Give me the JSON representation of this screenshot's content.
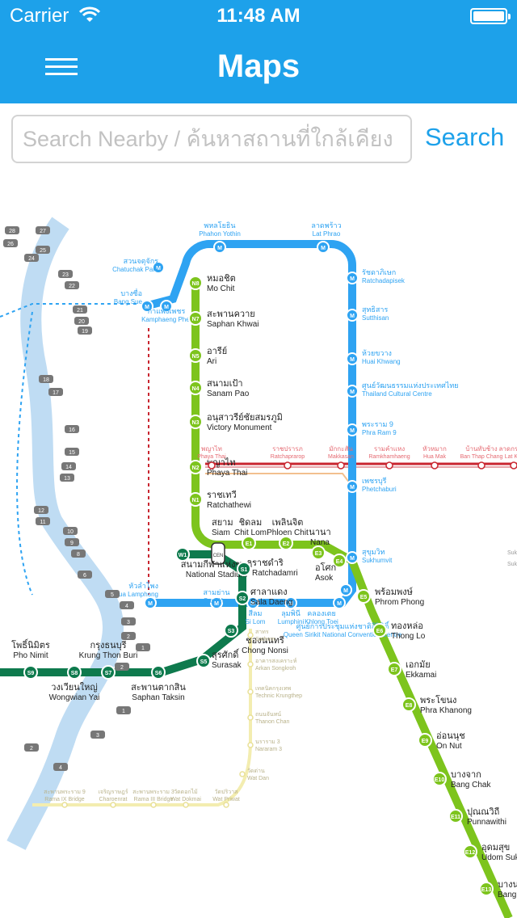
{
  "status_bar": {
    "carrier": "Carrier",
    "time": "11:48 AM"
  },
  "header": {
    "title": "Maps"
  },
  "search": {
    "placeholder": "Search Nearby / ค้นหาสถานที่ใกล้เคียง",
    "button_label": "Search"
  },
  "colors": {
    "header": "#1da1ea",
    "mrt": "#2ea3f2",
    "bts_sukhumvit": "#7dc41d",
    "bts_silom": "#0e7a4d",
    "river": "#bfdcf3",
    "arl": "#c92630"
  },
  "map": {
    "mrt_stations": [
      {
        "id": "m-phahon",
        "th": "พหลโยธิน",
        "en": "Phahon Yothin"
      },
      {
        "id": "m-latphrao",
        "th": "ลาดพร้าว",
        "en": "Lat Phrao"
      },
      {
        "id": "m-chatuchak",
        "th": "สวนจตุจักร",
        "en": "Chatuchak Park"
      },
      {
        "id": "m-bangsue",
        "th": "บางซื่อ",
        "en": "Bang Sue"
      },
      {
        "id": "m-kamphaeng",
        "th": "กำแพงเพชร",
        "en": "Kamphaeng Phet"
      },
      {
        "id": "m-ratchadaphisek",
        "th": "รัชดาภิเษก",
        "en": "Ratchadapisek"
      },
      {
        "id": "m-sutthisan",
        "th": "สุทธิสาร",
        "en": "Sutthisan"
      },
      {
        "id": "m-huaikhwang",
        "th": "ห้วยขวาง",
        "en": "Huai Khwang"
      },
      {
        "id": "m-cultural",
        "th": "ศูนย์วัฒนธรรมแห่งประเทศไทย",
        "en": "Thailand Cultural Centre"
      },
      {
        "id": "m-rama9",
        "th": "พระราม 9",
        "en": "Phra Ram 9"
      },
      {
        "id": "m-phetchaburi",
        "th": "เพชรบุรี",
        "en": "Phetchaburi"
      },
      {
        "id": "m-sukhumvit",
        "th": "สุขุมวิท",
        "en": "Sukhumvit"
      },
      {
        "id": "m-khlongtoei",
        "th": "คลองเตย",
        "en": "Khlong Toei"
      },
      {
        "id": "m-qsncc",
        "th": "ศูนย์การประชุมแห่งชาติสิริกิติ์",
        "en": "Queen Sirikit National Convention Centre"
      },
      {
        "id": "m-lumphini",
        "th": "ลุมพินี",
        "en": "Lumphini"
      },
      {
        "id": "m-silom",
        "th": "สีลม",
        "en": "Si Lom"
      },
      {
        "id": "m-samyan",
        "th": "สามย่าน",
        "en": "Sam Yan"
      },
      {
        "id": "m-hualamphong",
        "th": "หัวลำโพง",
        "en": "Hua Lamphong"
      }
    ],
    "bts_sukhumvit": [
      {
        "code": "N8",
        "th": "หมอชิต",
        "en": "Mo Chit"
      },
      {
        "code": "N7",
        "th": "สะพานควาย",
        "en": "Saphan Khwai"
      },
      {
        "code": "N5",
        "th": "อารีย์",
        "en": "Ari"
      },
      {
        "code": "N4",
        "th": "สนามเป้า",
        "en": "Sanam Pao"
      },
      {
        "code": "N3",
        "th": "อนุสาวรีย์ชัยสมรภูมิ",
        "en": "Victory Monument"
      },
      {
        "code": "N2",
        "th": "พญาไท",
        "en": "Phaya Thai"
      },
      {
        "code": "N1",
        "th": "ราชเทวี",
        "en": "Ratchathewi"
      },
      {
        "code": "CEN",
        "th": "สยาม",
        "en": "Siam"
      },
      {
        "code": "E1",
        "th": "ชิดลม",
        "en": "Chit Lom"
      },
      {
        "code": "E2",
        "th": "เพลินจิต",
        "en": "Phloen Chit"
      },
      {
        "code": "E3",
        "th": "นานา",
        "en": "Nana"
      },
      {
        "code": "E4",
        "th": "อโศก",
        "en": "Asok"
      },
      {
        "code": "E5",
        "th": "พร้อมพงษ์",
        "en": "Phrom Phong"
      },
      {
        "code": "E6",
        "th": "ทองหล่อ",
        "en": "Thong Lo"
      },
      {
        "code": "E7",
        "th": "เอกมัย",
        "en": "Ekkamai"
      },
      {
        "code": "E8",
        "th": "พระโขนง",
        "en": "Phra Khanong"
      },
      {
        "code": "E9",
        "th": "อ่อนนุช",
        "en": "On Nut"
      },
      {
        "code": "E10",
        "th": "บางจาก",
        "en": "Bang Chak"
      },
      {
        "code": "E11",
        "th": "ปุณณวิถี",
        "en": "Punnawithi"
      },
      {
        "code": "E12",
        "th": "อุดมสุข",
        "en": "Udom Suk"
      },
      {
        "code": "E13",
        "th": "บางนา",
        "en": "Bang"
      }
    ],
    "bts_silom": [
      {
        "code": "W1",
        "th": "สนามกีฬาแห่งชาติ",
        "en": "National Stadium"
      },
      {
        "code": "S1",
        "th": "ราชดำริ",
        "en": "Ratchadamri"
      },
      {
        "code": "S2",
        "th": "ศาลาแดง",
        "en": "Sala Daeng"
      },
      {
        "code": "S3",
        "th": "ช่องนนทรี",
        "en": "Chong Nonsi"
      },
      {
        "code": "S5",
        "th": "สุรศักดิ์",
        "en": "Surasak"
      },
      {
        "code": "S6",
        "th": "สะพานตากสิน",
        "en": "Saphan Taksin"
      },
      {
        "code": "S7",
        "th": "กรุงธนบุรี",
        "en": "Krung Thon Buri"
      },
      {
        "code": "S8",
        "th": "วงเวียนใหญ่",
        "en": "Wongwian Yai"
      },
      {
        "code": "S9",
        "th": "โพธิ์นิมิตร",
        "en": "Pho Nimit"
      }
    ],
    "arl_stations": [
      {
        "th": "พญาไท",
        "en": "Phaya Thai"
      },
      {
        "th": "ราชปรารภ",
        "en": "Ratchaprarop"
      },
      {
        "th": "มักกะสัน",
        "en": "Makkasan"
      },
      {
        "th": "รามคำแหง",
        "en": "Ramkhamhaeng"
      },
      {
        "th": "หัวหมาก",
        "en": "Hua Mak"
      },
      {
        "th": "บ้านทับช้าง",
        "en": "Ban Thap Chang"
      },
      {
        "th": "ลาดกระบัง",
        "en": "Lat Kra"
      }
    ],
    "brt_stations": [
      {
        "th": "สาทร",
        "en": "Sathorn"
      },
      {
        "th": "อาคารสงเคราะห์",
        "en": "Arkan Songkroh"
      },
      {
        "th": "เทคนิคกรุงเทพ",
        "en": "Technic Krungthep"
      },
      {
        "th": "ถนนจันทน์",
        "en": "Thanon Chan"
      },
      {
        "th": "นราราม 3",
        "en": "Nararam 3"
      },
      {
        "th": "วัดด่าน",
        "en": "Wat Dan"
      },
      {
        "th": "วัดปริวาส",
        "en": "Wat Priwat"
      },
      {
        "th": "วัดดอกไม้",
        "en": "Wat Dokmai"
      },
      {
        "th": "เจริญราษฎร์",
        "en": "Charoenrat"
      },
      {
        "th": "สะพานพระราม 9",
        "en": "Rama IX Bridge"
      },
      {
        "th": "สะพานพระราม 3",
        "en": "Rama III Bridge"
      }
    ],
    "pier_labels": [
      "28",
      "27",
      "26",
      "25",
      "24",
      "23",
      "22",
      "21",
      "20",
      "19",
      "18",
      "17",
      "16",
      "15",
      "14",
      "13",
      "12",
      "11",
      "10",
      "9",
      "8",
      "6",
      "5",
      "4",
      "3",
      "2",
      "1",
      "2",
      "1",
      "3",
      "2",
      "4"
    ],
    "misc_labels": [
      {
        "th": "ศูนย์การประชุมแห่งชาติสิริกิติ์",
        "en": "Sukhumvit"
      },
      {
        "th": "",
        "en": "Sukhumvit Station"
      }
    ]
  }
}
